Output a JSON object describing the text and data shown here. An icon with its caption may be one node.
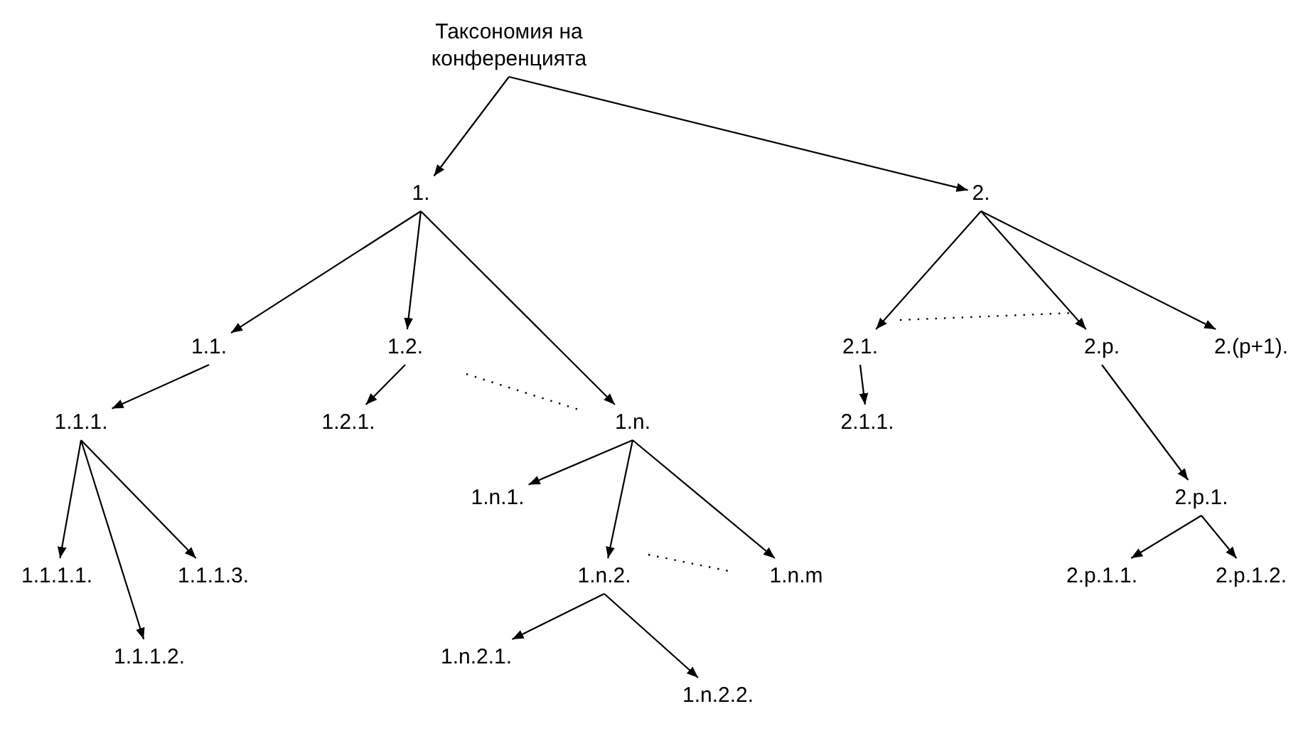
{
  "diagram": {
    "nodes": [
      {
        "text": [
          "Таксономия на конференцията"
        ]
      },
      {
        "text": [
          "1."
        ]
      },
      {
        "text": [
          "2."
        ]
      },
      {
        "text": [
          "1.1."
        ]
      },
      {
        "text": [
          "1.2."
        ]
      },
      {
        "text": [
          "1.n."
        ]
      },
      {
        "text": [
          "2.1."
        ]
      },
      {
        "text": [
          "2.p."
        ]
      },
      {
        "text": [
          "2.(p+1)."
        ]
      },
      {
        "text": [
          "1.1.1."
        ]
      },
      {
        "text": [
          "1.2.1."
        ]
      },
      {
        "text": [
          "2.1.1."
        ]
      },
      {
        "text": [
          "2.p.1."
        ]
      },
      {
        "text": [
          "1.1.1.1."
        ]
      },
      {
        "text": [
          "1.1.1.3."
        ]
      },
      {
        "text": [
          "1.n.1."
        ]
      },
      {
        "text": [
          "1.n.2."
        ]
      },
      {
        "text": [
          "1.n.m"
        ]
      },
      {
        "text": [
          "2.p.1.1."
        ]
      },
      {
        "text": [
          "2.p.1.2."
        ]
      },
      {
        "text": [
          "1.1.1.2."
        ]
      },
      {
        "text": [
          "1.n.2.1."
        ]
      },
      {
        "text": [
          "1.n.2.2."
        ]
      }
    ],
    "edges": [
      {
        "from": 0,
        "to": 1,
        "arrow": "to"
      },
      {
        "from": 0,
        "to": 2,
        "arrow": "to"
      },
      {
        "from": 1,
        "to": 3,
        "arrow": "to"
      },
      {
        "from": 1,
        "to": 4,
        "arrow": "to"
      },
      {
        "from": 1,
        "to": 5,
        "arrow": "to"
      },
      {
        "from": 2,
        "to": 6,
        "arrow": "to"
      },
      {
        "from": 2,
        "to": 7,
        "arrow": "to"
      },
      {
        "from": 2,
        "to": 8,
        "arrow": "to"
      },
      {
        "from": 3,
        "to": 9,
        "arrow": "to"
      },
      {
        "from": 4,
        "to": 10,
        "arrow": "to"
      },
      {
        "from": 6,
        "to": 11,
        "arrow": "to"
      },
      {
        "from": 7,
        "to": 12,
        "arrow": "to"
      },
      {
        "from": 9,
        "to": 13,
        "arrow": "to"
      },
      {
        "from": 9,
        "to": 20,
        "arrow": "to"
      },
      {
        "from": 9,
        "to": 14,
        "arrow": "to"
      },
      {
        "from": 5,
        "to": 15,
        "arrow": "to"
      },
      {
        "from": 5,
        "to": 16,
        "arrow": "to"
      },
      {
        "from": 5,
        "to": 17,
        "arrow": "to"
      },
      {
        "from": 12,
        "to": 18,
        "arrow": "to"
      },
      {
        "from": 12,
        "to": 19,
        "arrow": "to"
      },
      {
        "from": 16,
        "to": 21,
        "arrow": "to"
      },
      {
        "from": 16,
        "to": 22,
        "arrow": "to"
      }
    ]
  }
}
